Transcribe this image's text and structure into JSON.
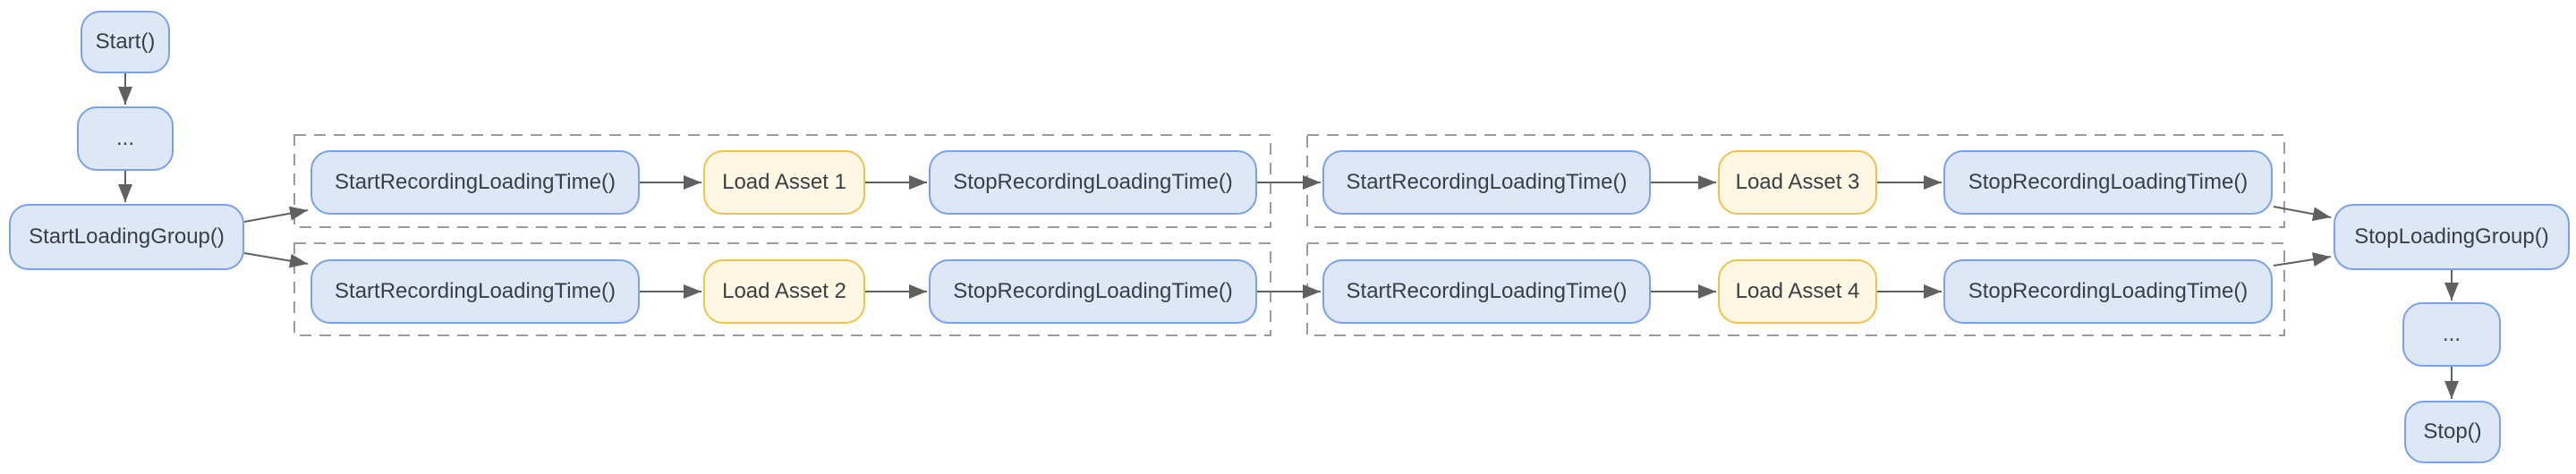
{
  "diagram": {
    "nodes": {
      "start": "Start()",
      "ellipsis_top": "...",
      "start_loading_group": "StartLoadingGroup()",
      "start_recording_g1_r1": "StartRecordingLoadingTime()",
      "load_asset_1": "Load Asset 1",
      "stop_recording_g1_r1": "StopRecordingLoadingTime()",
      "start_recording_g1_r2": "StartRecordingLoadingTime()",
      "load_asset_2": "Load Asset 2",
      "stop_recording_g1_r2": "StopRecordingLoadingTime()",
      "start_recording_g2_r1": "StartRecordingLoadingTime()",
      "load_asset_3": "Load Asset 3",
      "stop_recording_g2_r1": "StopRecordingLoadingTime()",
      "start_recording_g2_r2": "StartRecordingLoadingTime()",
      "load_asset_4": "Load Asset 4",
      "stop_recording_g2_r2": "StopRecordingLoadingTime()",
      "stop_loading_group": "StopLoadingGroup()",
      "ellipsis_bottom": "...",
      "stop": "Stop()"
    },
    "colors": {
      "node_fill": "#dde7f8",
      "node_border": "#7ba1e8",
      "asset_fill": "#fdf7e3",
      "asset_border": "#f0c24d",
      "text": "#3b3f44",
      "arrow": "#606060",
      "group_border": "#9b9b9b",
      "background": "#ffffff"
    }
  }
}
